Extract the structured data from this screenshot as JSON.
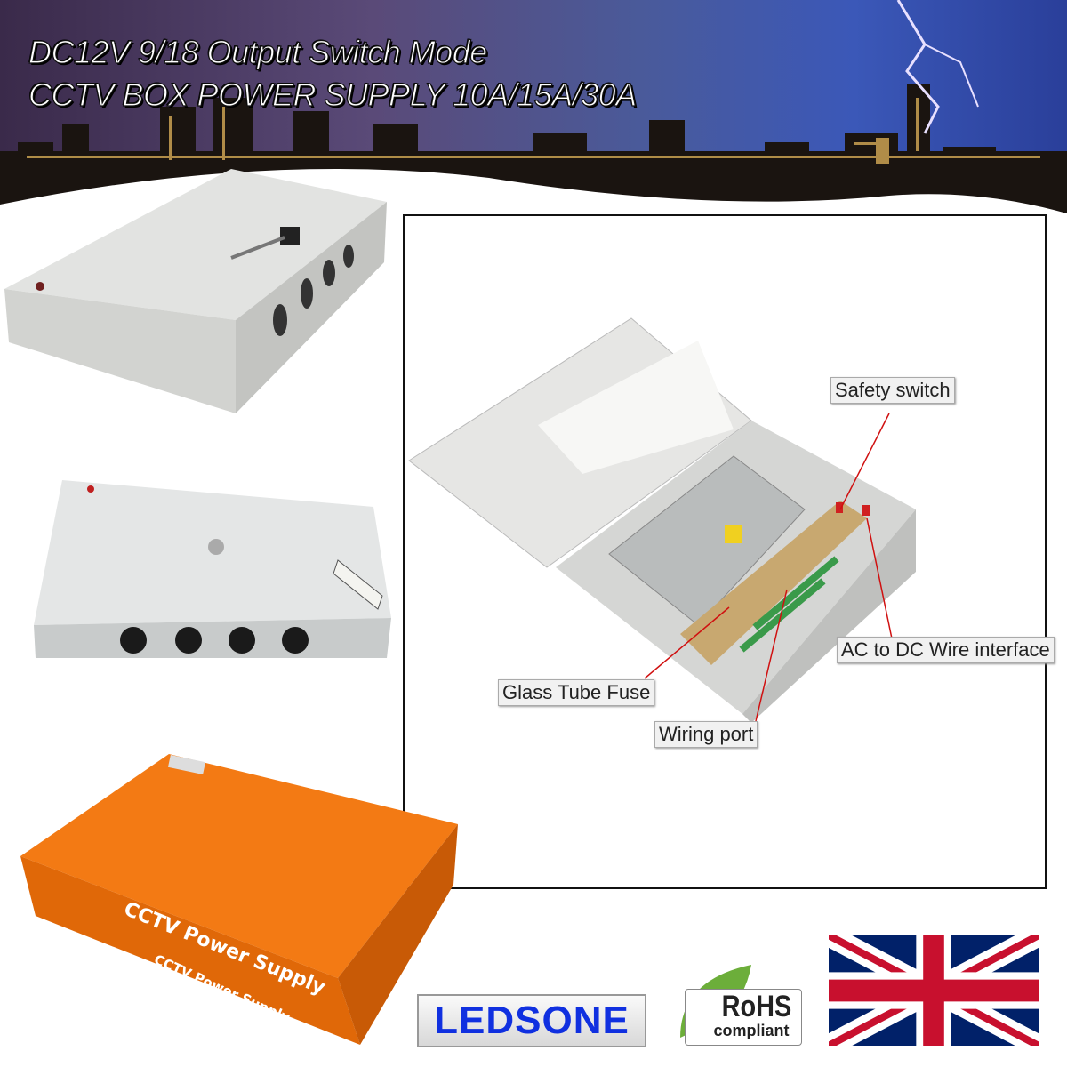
{
  "header": {
    "title_line1": "DC12V 9/18 Output Switch Mode",
    "title_line2": "CCTV BOX POWER SUPPLY 10A/15A/30A"
  },
  "diagram": {
    "callouts": {
      "safety_switch": "Safety switch",
      "ac_dc": "AC to DC Wire interface",
      "fuse": "Glass Tube Fuse",
      "wiring": "Wiring port"
    },
    "callout_line_color": "#d01010"
  },
  "packaging": {
    "box_text_top": "CCTV Power Supply",
    "box_text_side": "CCTV Power Supply",
    "box_color": "#f07010"
  },
  "logos": {
    "brand": "LEDSONE",
    "rohs_main": "RoHS",
    "rohs_sub": "compliant",
    "flag": "uk-flag"
  }
}
